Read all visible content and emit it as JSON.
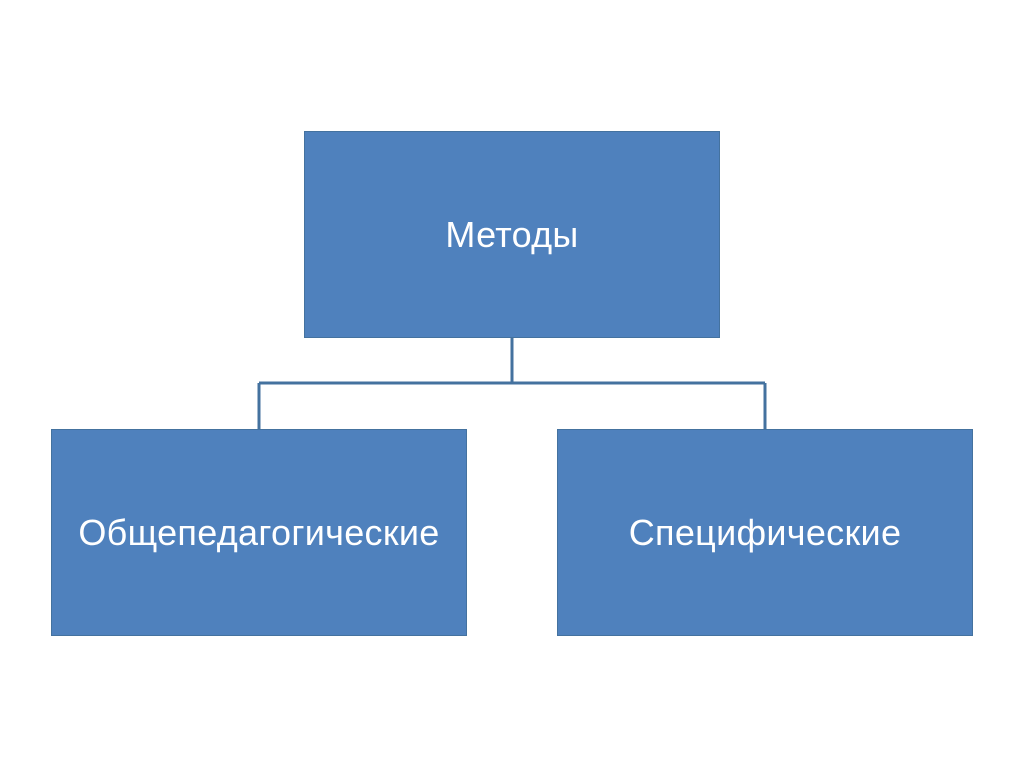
{
  "diagram": {
    "root": {
      "label": "Методы"
    },
    "children": [
      {
        "label": "Общепедагогические"
      },
      {
        "label": "Специфические"
      }
    ]
  },
  "colors": {
    "box_fill": "#4f81bd",
    "connector": "#44729f",
    "text": "#ffffff",
    "background": "#ffffff"
  }
}
